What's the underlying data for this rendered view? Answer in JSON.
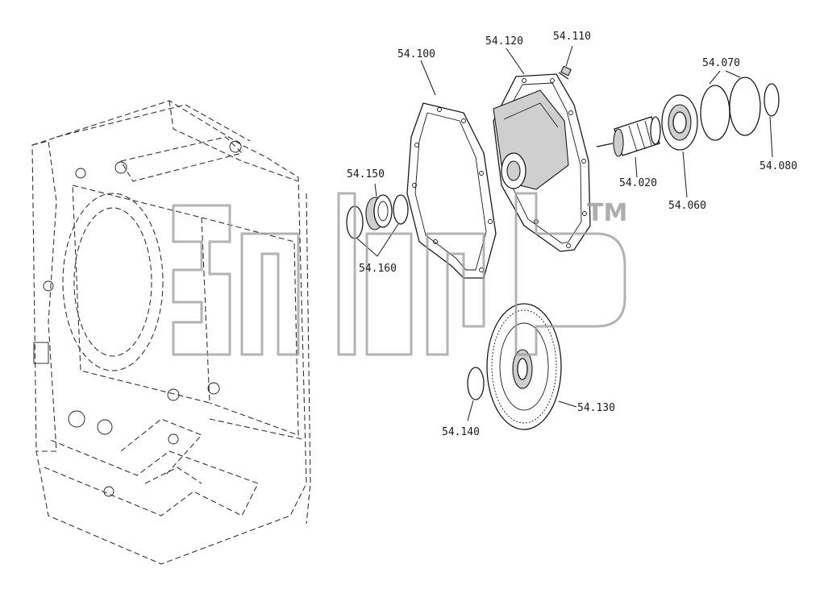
{
  "labels": {
    "p54100": "54.100",
    "p54120": "54.120",
    "p54110": "54.110",
    "p54070": "54.070",
    "p54080": "54.080",
    "p54020": "54.020",
    "p54060": "54.060",
    "p54150": "54.150",
    "p54160": "54.160",
    "p54130": "54.130",
    "p54140": "54.140"
  },
  "watermark": {
    "brand": "зап",
    "trademark": "TM"
  }
}
